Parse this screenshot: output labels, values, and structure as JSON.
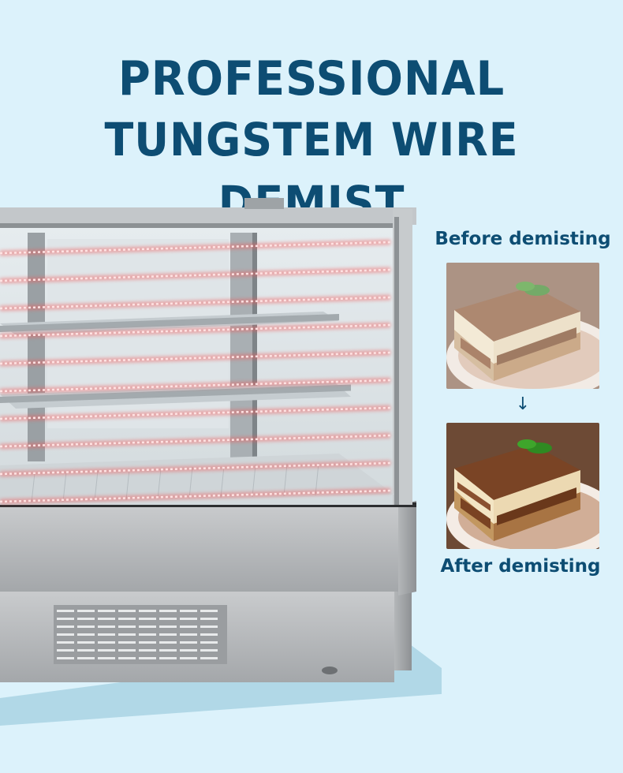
{
  "headline": {
    "line1": "PROFESSIONAL",
    "line2": "TUNGSTEM WIRE DEMIST"
  },
  "comparison": {
    "before_label": "Before demisting",
    "after_label": "After demisting",
    "arrow_icon": "arrow-down-icon"
  },
  "colors": {
    "background": "#dcf2fb",
    "heading": "#0d4d73",
    "heating_wire": "#f05a5a",
    "cabinet_steel": "#b9bcbe"
  }
}
